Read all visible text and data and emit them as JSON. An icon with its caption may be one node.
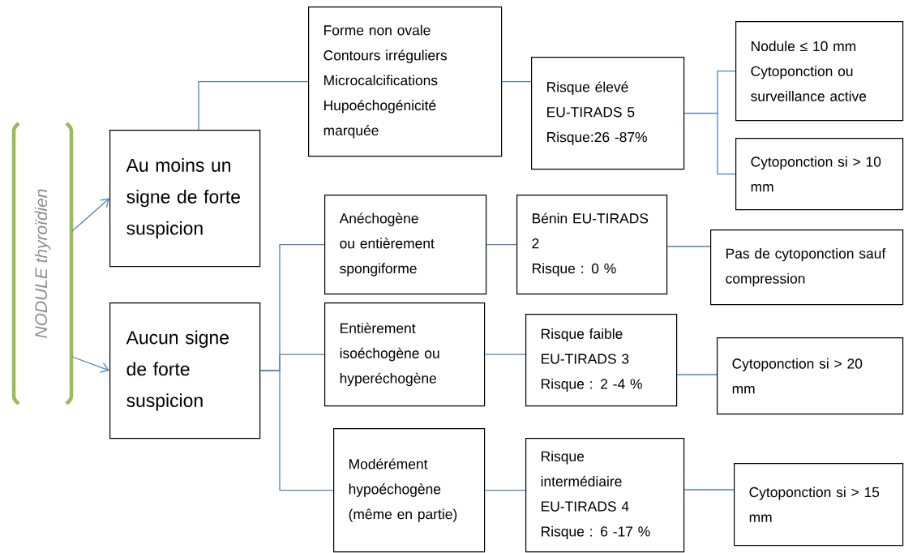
{
  "diagram": {
    "nodes": [
      {
        "text": [
          "NODULE thyroïdien"
        ]
      },
      {
        "text": [
          "Au moins un signe de forte suspicion"
        ]
      },
      {
        "text": [
          "Aucun signe de forte suspicion"
        ]
      },
      {
        "text": [
          "Forme non ovale",
          "Contours irréguliers",
          "Microcalcifications",
          "Hupoéchogénicité marquée"
        ]
      },
      {
        "text": [
          "Risque élevé",
          "EU-TIRADS 5",
          "Risque:26 -87%"
        ]
      },
      {
        "text": [
          "Nodule ≤ 10 mm",
          "Cytoponction ou surveillance active"
        ]
      },
      {
        "text": [
          "Cytoponction si > 10 mm"
        ]
      },
      {
        "text": [
          "Anéchogène ou entièrement spongiforme"
        ]
      },
      {
        "text": [
          "Bénin EU-TIRADS 2",
          "Risque : 0 %"
        ]
      },
      {
        "text": [
          "Pas de cytoponction sauf compression"
        ]
      },
      {
        "text": [
          "Entièrement isoéchogène ou hyperéchogène"
        ]
      },
      {
        "text": [
          "Risque faible",
          "EU-TIRADS 3",
          "Risque : 2 -4 %"
        ]
      },
      {
        "text": [
          "Cytoponction si > 20 mm"
        ]
      },
      {
        "text": [
          "Modérément hypoéchogène (même en partie)"
        ]
      },
      {
        "text": [
          "Risque",
          "intermédiaire",
          "EU-TIRADS 4",
          "Risque : 6 -17 %"
        ]
      },
      {
        "text": [
          "Cytoponction si > 15 mm"
        ]
      }
    ],
    "edges": [
      {
        "from": 0,
        "to": 1,
        "arrow": "to"
      },
      {
        "from": 0,
        "to": 2,
        "arrow": "to"
      },
      {
        "from": 1,
        "to": 3,
        "arrow": "none"
      },
      {
        "from": 3,
        "to": 4,
        "arrow": "none"
      },
      {
        "from": 4,
        "to": 5,
        "arrow": "none"
      },
      {
        "from": 4,
        "to": 6,
        "arrow": "none"
      },
      {
        "from": 2,
        "to": 7,
        "arrow": "none"
      },
      {
        "from": 2,
        "to": 10,
        "arrow": "none"
      },
      {
        "from": 2,
        "to": 13,
        "arrow": "none"
      },
      {
        "from": 7,
        "to": 8,
        "arrow": "none"
      },
      {
        "from": 8,
        "to": 9,
        "arrow": "none"
      },
      {
        "from": 10,
        "to": 11,
        "arrow": "none"
      },
      {
        "from": 11,
        "to": 12,
        "arrow": "none"
      },
      {
        "from": 13,
        "to": 14,
        "arrow": "none"
      },
      {
        "from": 14,
        "to": 15,
        "arrow": "none"
      }
    ]
  }
}
